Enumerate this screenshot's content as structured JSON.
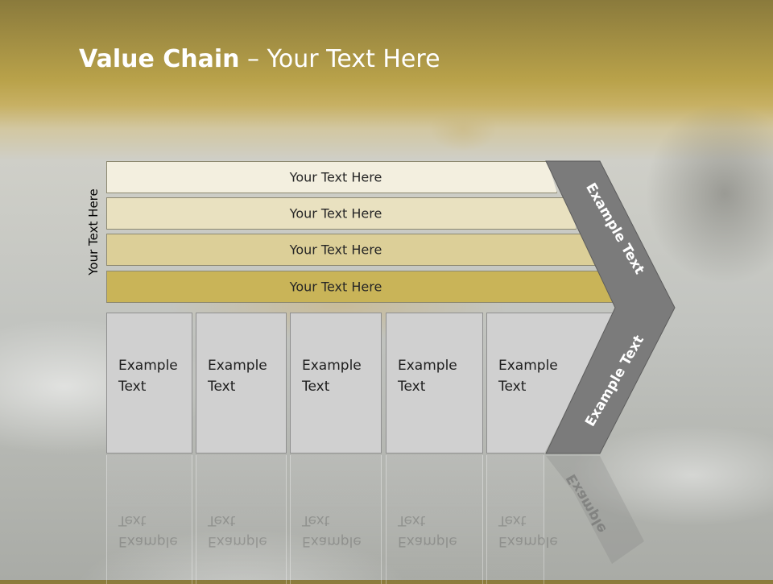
{
  "title": {
    "bold": "Value Chain",
    "rest": " – Your Text Here"
  },
  "side_label": "Your Text Here",
  "bars": [
    {
      "label": "Your Text Here",
      "color": "#f3efdf"
    },
    {
      "label": "Your Text Here",
      "color": "#e9e1c0"
    },
    {
      "label": "Your Text Here",
      "color": "#dccf98"
    },
    {
      "label": "Your Text Here",
      "color": "#c9b458"
    }
  ],
  "columns": [
    {
      "label": "Example Text"
    },
    {
      "label": "Example Text"
    },
    {
      "label": "Example Text"
    },
    {
      "label": "Example Text"
    },
    {
      "label": "Example Text"
    }
  ],
  "chevron": {
    "upper_label": "Example Text",
    "lower_label": "Example Text",
    "color": "#7b7b7b"
  },
  "reflection": {
    "columns": [
      "Example Text",
      "Example Text",
      "Example Text",
      "Example Text",
      "Example Text"
    ],
    "chevron_label": "Example"
  }
}
